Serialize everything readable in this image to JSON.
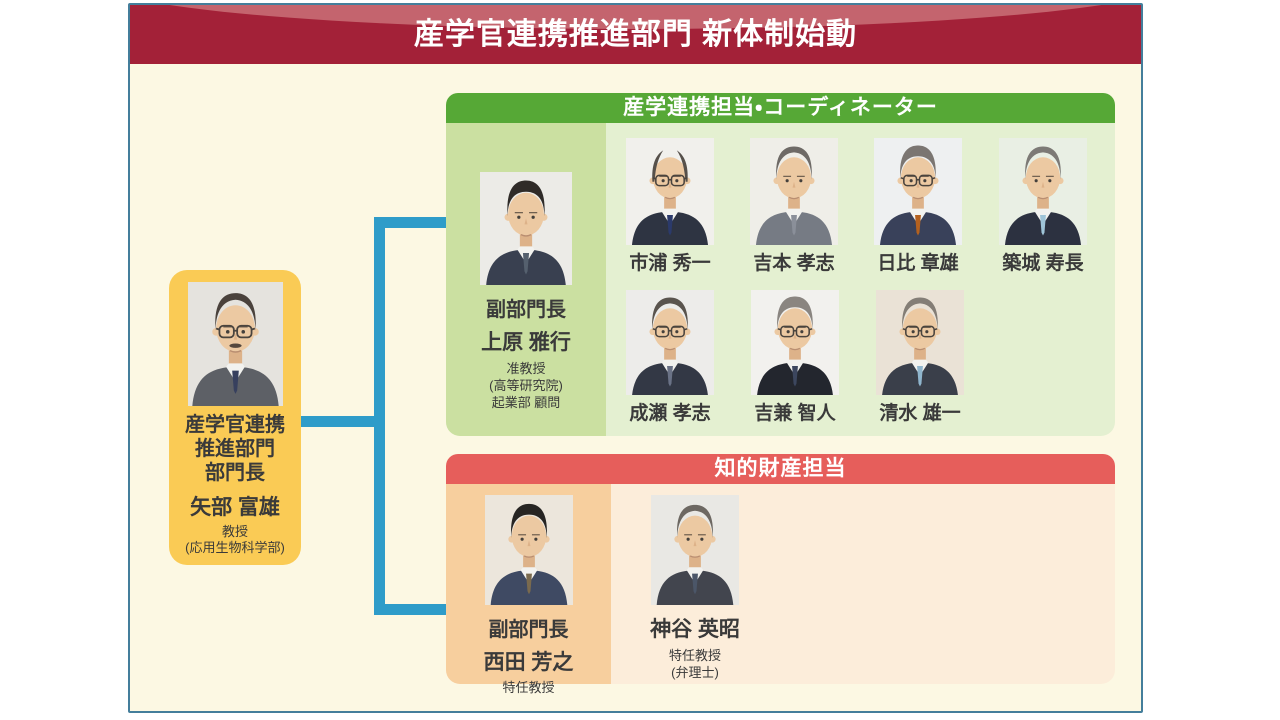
{
  "banner": {
    "title": "産学官連携推進部門 新体制始動"
  },
  "leader": {
    "dept1": "産学官連携",
    "dept2": "推進部門",
    "dept3": "部門長",
    "name": "矢部 富雄",
    "title": "教授",
    "affiliation": "(応用生物科学部)"
  },
  "coordination": {
    "header": "産学連携担当・コーディネーター",
    "deputy_role": "副部門長",
    "deputy_name": "上原 雅行",
    "deputy_title": "准教授",
    "deputy_org": "(高等研究院)",
    "deputy_note": "起業部 顧問",
    "row1": [
      "市浦 秀一",
      "吉本 孝志",
      "日比 章雄",
      "築城 寿長"
    ],
    "row2": [
      "成瀬 孝志",
      "吉兼 智人",
      "清水 雄一"
    ]
  },
  "ip": {
    "header": "知的財産担当",
    "deputy_role": "副部門長",
    "deputy_name": "西田 芳之",
    "deputy_title": "特任教授",
    "member_name": "神谷 英昭",
    "member_title": "特任教授",
    "member_note": "(弁理士)"
  },
  "colors": {
    "banner_red": "#A32138",
    "banner_highlight": "#C4646E",
    "slide_bg": "#FCF8E3",
    "slide_border": "#447E9B",
    "leader_yellow": "#FACB55",
    "green_header": "#56A836",
    "green_body": "#E4F0D1",
    "green_column": "#CBE0A1",
    "ip_header": "#E65E5B",
    "ip_body": "#FCEDDA",
    "ip_column": "#F7CF9E",
    "connector_blue": "#2E9CC9",
    "text_dark": "#3A3A3A"
  }
}
